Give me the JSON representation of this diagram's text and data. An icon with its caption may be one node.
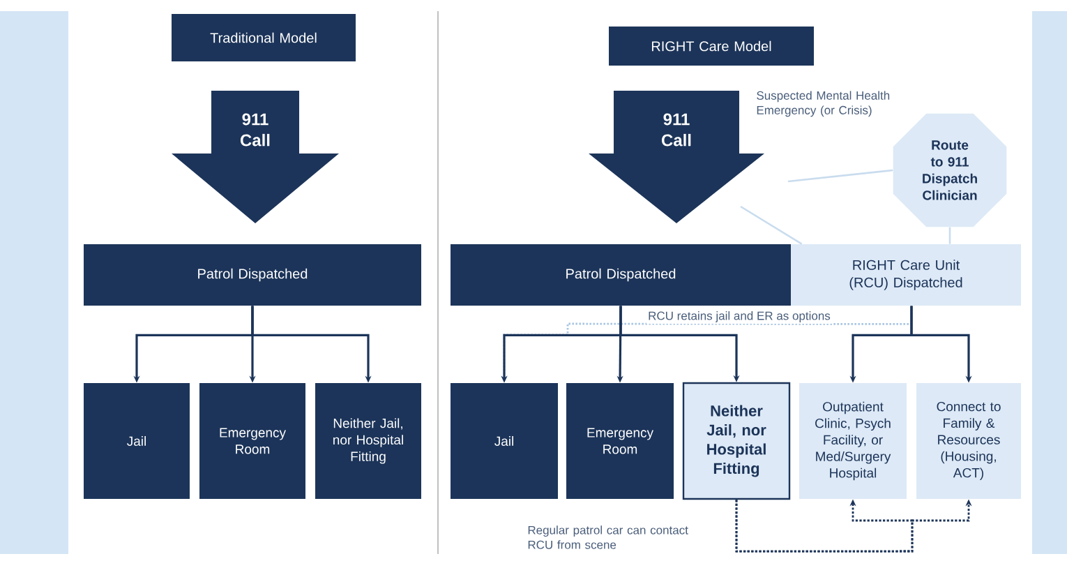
{
  "diagram": {
    "nodes": [
      {
        "text": [
          "Traditional Model"
        ]
      },
      {
        "text": [
          "911 Call"
        ]
      },
      {
        "text": [
          "Patrol Dispatched"
        ]
      },
      {
        "text": [
          "Jail"
        ]
      },
      {
        "text": [
          "Emergency Room"
        ]
      },
      {
        "text": [
          "Neither Jail, nor Hospital Fitting"
        ]
      },
      {
        "text": [
          "RIGHT Care Model"
        ]
      },
      {
        "text": [
          "911 Call"
        ]
      },
      {
        "text": [
          "Route to 911 Dispatch Clinician"
        ]
      },
      {
        "text": [
          "Patrol Dispatched"
        ]
      },
      {
        "text": [
          "RIGHT Care Unit  (RCU) Dispatched"
        ]
      },
      {
        "text": [
          "Jail"
        ]
      },
      {
        "text": [
          "Emergency Room"
        ]
      },
      {
        "text": [
          "Neither Jail, nor Hospital Fitting"
        ]
      },
      {
        "text": [
          "Outpatient Clinic, Psych Facility, or Med/Surgery Hospital"
        ]
      },
      {
        "text": [
          "Connect to Family & Resources (Housing, ACT)"
        ]
      }
    ],
    "edges": [
      {
        "from": 2,
        "to": 3,
        "arrow": "to"
      },
      {
        "from": 2,
        "to": 4,
        "arrow": "to"
      },
      {
        "from": 2,
        "to": 5,
        "arrow": "to"
      },
      {
        "from": 7,
        "to": 8,
        "arrow": "none",
        "label": "Suspected Mental Health Emergency (or Crisis)",
        "color": "#c9dcee"
      },
      {
        "from": 7,
        "to": 10,
        "arrow": "none",
        "color": "#c9dcee"
      },
      {
        "from": 8,
        "to": 10,
        "arrow": "none",
        "color": "#c9dcee"
      },
      {
        "from": 9,
        "to": 11,
        "arrow": "to"
      },
      {
        "from": 9,
        "to": 12,
        "arrow": "to"
      },
      {
        "from": 9,
        "to": 13,
        "arrow": "to"
      },
      {
        "from": 10,
        "to": 14,
        "arrow": "to"
      },
      {
        "from": 10,
        "to": 15,
        "arrow": "to"
      },
      {
        "from": 10,
        "to": 11,
        "arrow": "to",
        "style": "dashed",
        "color": "#a9c6e3",
        "label": "RCU retains jail and ER as options"
      },
      {
        "from": 13,
        "to": 14,
        "arrow": "to",
        "style": "dashed",
        "label": "Regular patrol car can contact RCU from scene"
      },
      {
        "from": 13,
        "to": 15,
        "arrow": "to",
        "style": "dashed"
      }
    ]
  }
}
